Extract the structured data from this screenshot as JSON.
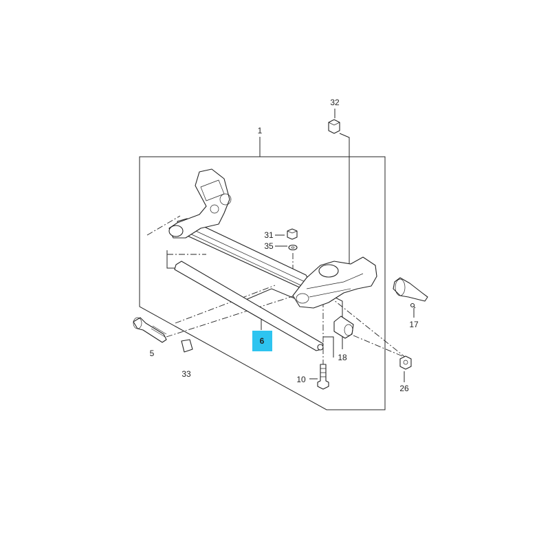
{
  "diagram": {
    "callouts": [
      {
        "id": "1",
        "text": "1",
        "highlighted": false
      },
      {
        "id": "5",
        "text": "5",
        "highlighted": false
      },
      {
        "id": "6",
        "text": "6",
        "highlighted": true
      },
      {
        "id": "10",
        "text": "10",
        "highlighted": false
      },
      {
        "id": "17",
        "text": "17",
        "highlighted": false
      },
      {
        "id": "18",
        "text": "18",
        "highlighted": false
      },
      {
        "id": "26",
        "text": "26",
        "highlighted": false
      },
      {
        "id": "31",
        "text": "31",
        "highlighted": false
      },
      {
        "id": "32",
        "text": "32",
        "highlighted": false
      },
      {
        "id": "33",
        "text": "33",
        "highlighted": false
      },
      {
        "id": "35",
        "text": "35",
        "highlighted": false
      }
    ],
    "colors": {
      "line": "#222222",
      "highlight": "#2ec4f0",
      "background": "#ffffff"
    }
  }
}
